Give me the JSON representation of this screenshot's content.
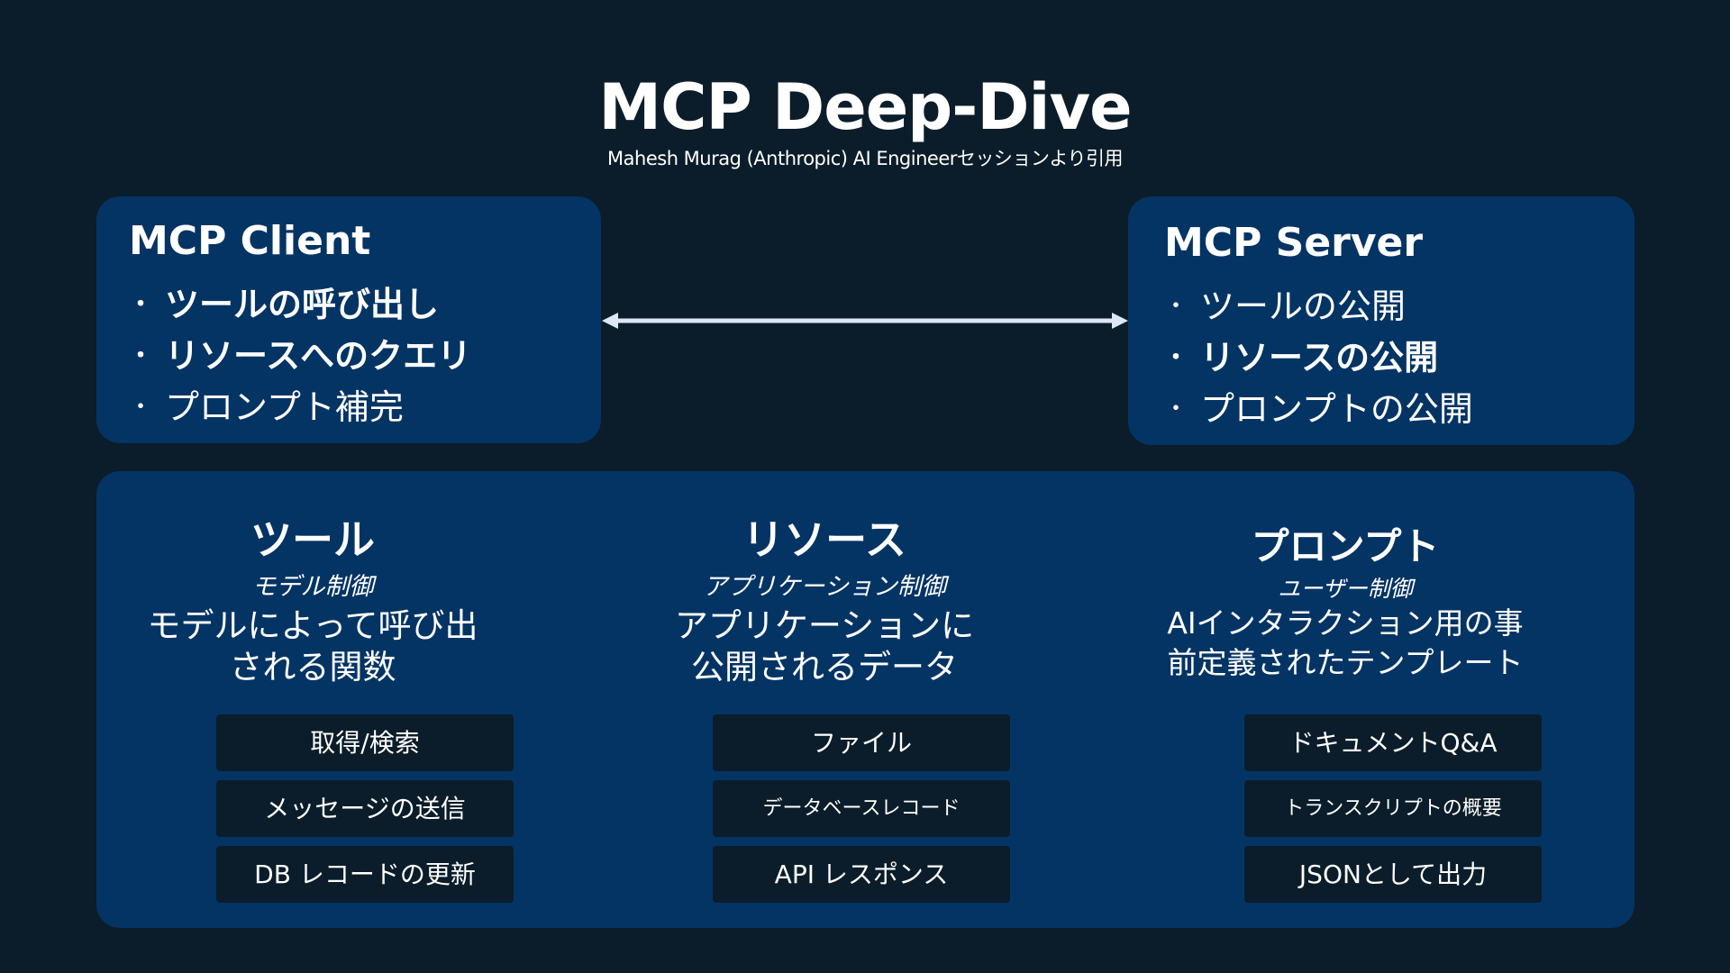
{
  "header": {
    "title": "MCP Deep-Dive",
    "subtitle": "Mahesh Murag (Anthropic) AI Engineerセッションより引用"
  },
  "client": {
    "title": "MCP Client",
    "bullets": [
      "ツールの呼び出し",
      "リソースへのクエリ",
      "プロンプト補完"
    ]
  },
  "server": {
    "title": "MCP Server",
    "bullets": [
      "ツールの公開",
      "リソースの公開",
      "プロンプトの公開"
    ]
  },
  "bullet_marker": "・",
  "capabilities": [
    {
      "heading": "ツール",
      "control": "モデル制御",
      "description_lines": [
        "モデルによって呼び出",
        "される関数"
      ],
      "examples": [
        "取得/検索",
        "メッセージの送信",
        "DB レコードの更新"
      ]
    },
    {
      "heading": "リソース",
      "control": "アプリケーション制御",
      "description_lines": [
        "アプリケーションに",
        "公開されるデータ"
      ],
      "examples": [
        "ファイル",
        "データベースレコード",
        "API レスポンス"
      ]
    },
    {
      "heading": "プロンプト",
      "control": "ユーザー制御",
      "description_lines": [
        "AIインタラクション用の事",
        "前定義されたテンプレート"
      ],
      "examples": [
        "ドキュメントQ&A",
        "トランスクリプトの概要",
        "JSONとして出力"
      ]
    }
  ],
  "colors": {
    "background": "#0b1d2a",
    "panel": "#043464",
    "arrow": "#dce8f6",
    "text": "#ffffff"
  }
}
